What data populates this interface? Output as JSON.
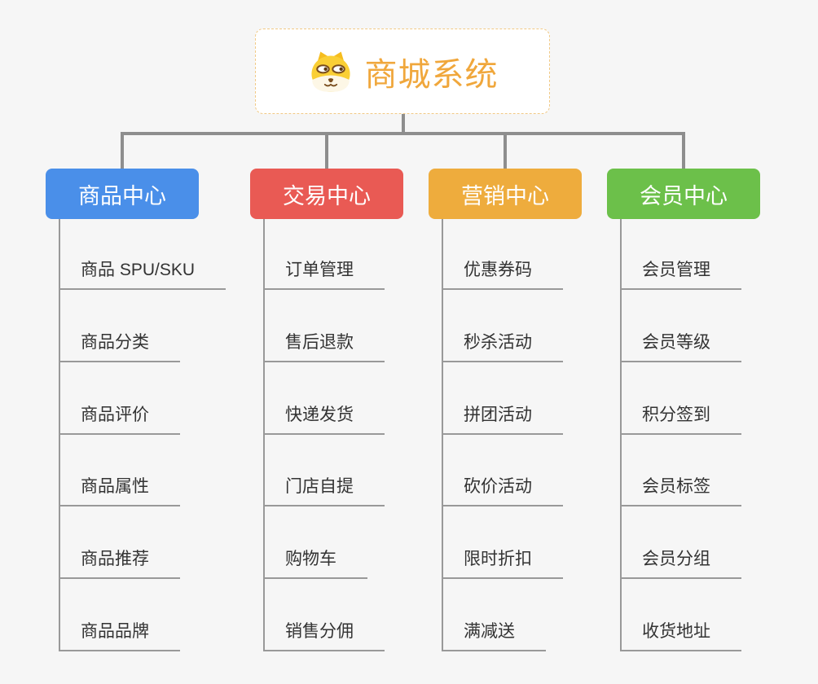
{
  "root": {
    "title": "商城系统",
    "icon": "shiba-dog-icon"
  },
  "branches": [
    {
      "label": "商品中心",
      "color": "#4A8FE9",
      "items": [
        "商品 SPU/SKU",
        "商品分类",
        "商品评价",
        "商品属性",
        "商品推荐",
        "商品品牌"
      ]
    },
    {
      "label": "交易中心",
      "color": "#E95A54",
      "items": [
        "订单管理",
        "售后退款",
        "快递发货",
        "门店自提",
        "购物车",
        "销售分佣"
      ]
    },
    {
      "label": "营销中心",
      "color": "#EEAC3D",
      "items": [
        "优惠券码",
        "秒杀活动",
        "拼团活动",
        "砍价活动",
        "限时折扣",
        "满减送"
      ]
    },
    {
      "label": "会员中心",
      "color": "#6CC04A",
      "items": [
        "会员管理",
        "会员等级",
        "积分签到",
        "会员标签",
        "会员分组",
        "收货地址"
      ]
    }
  ],
  "colors": {
    "background": "#F6F6F6",
    "connector": "#8E8E8E",
    "item_line": "#999999",
    "item_text": "#333333",
    "root_text": "#F0A73C",
    "root_border": "#F1C985"
  }
}
